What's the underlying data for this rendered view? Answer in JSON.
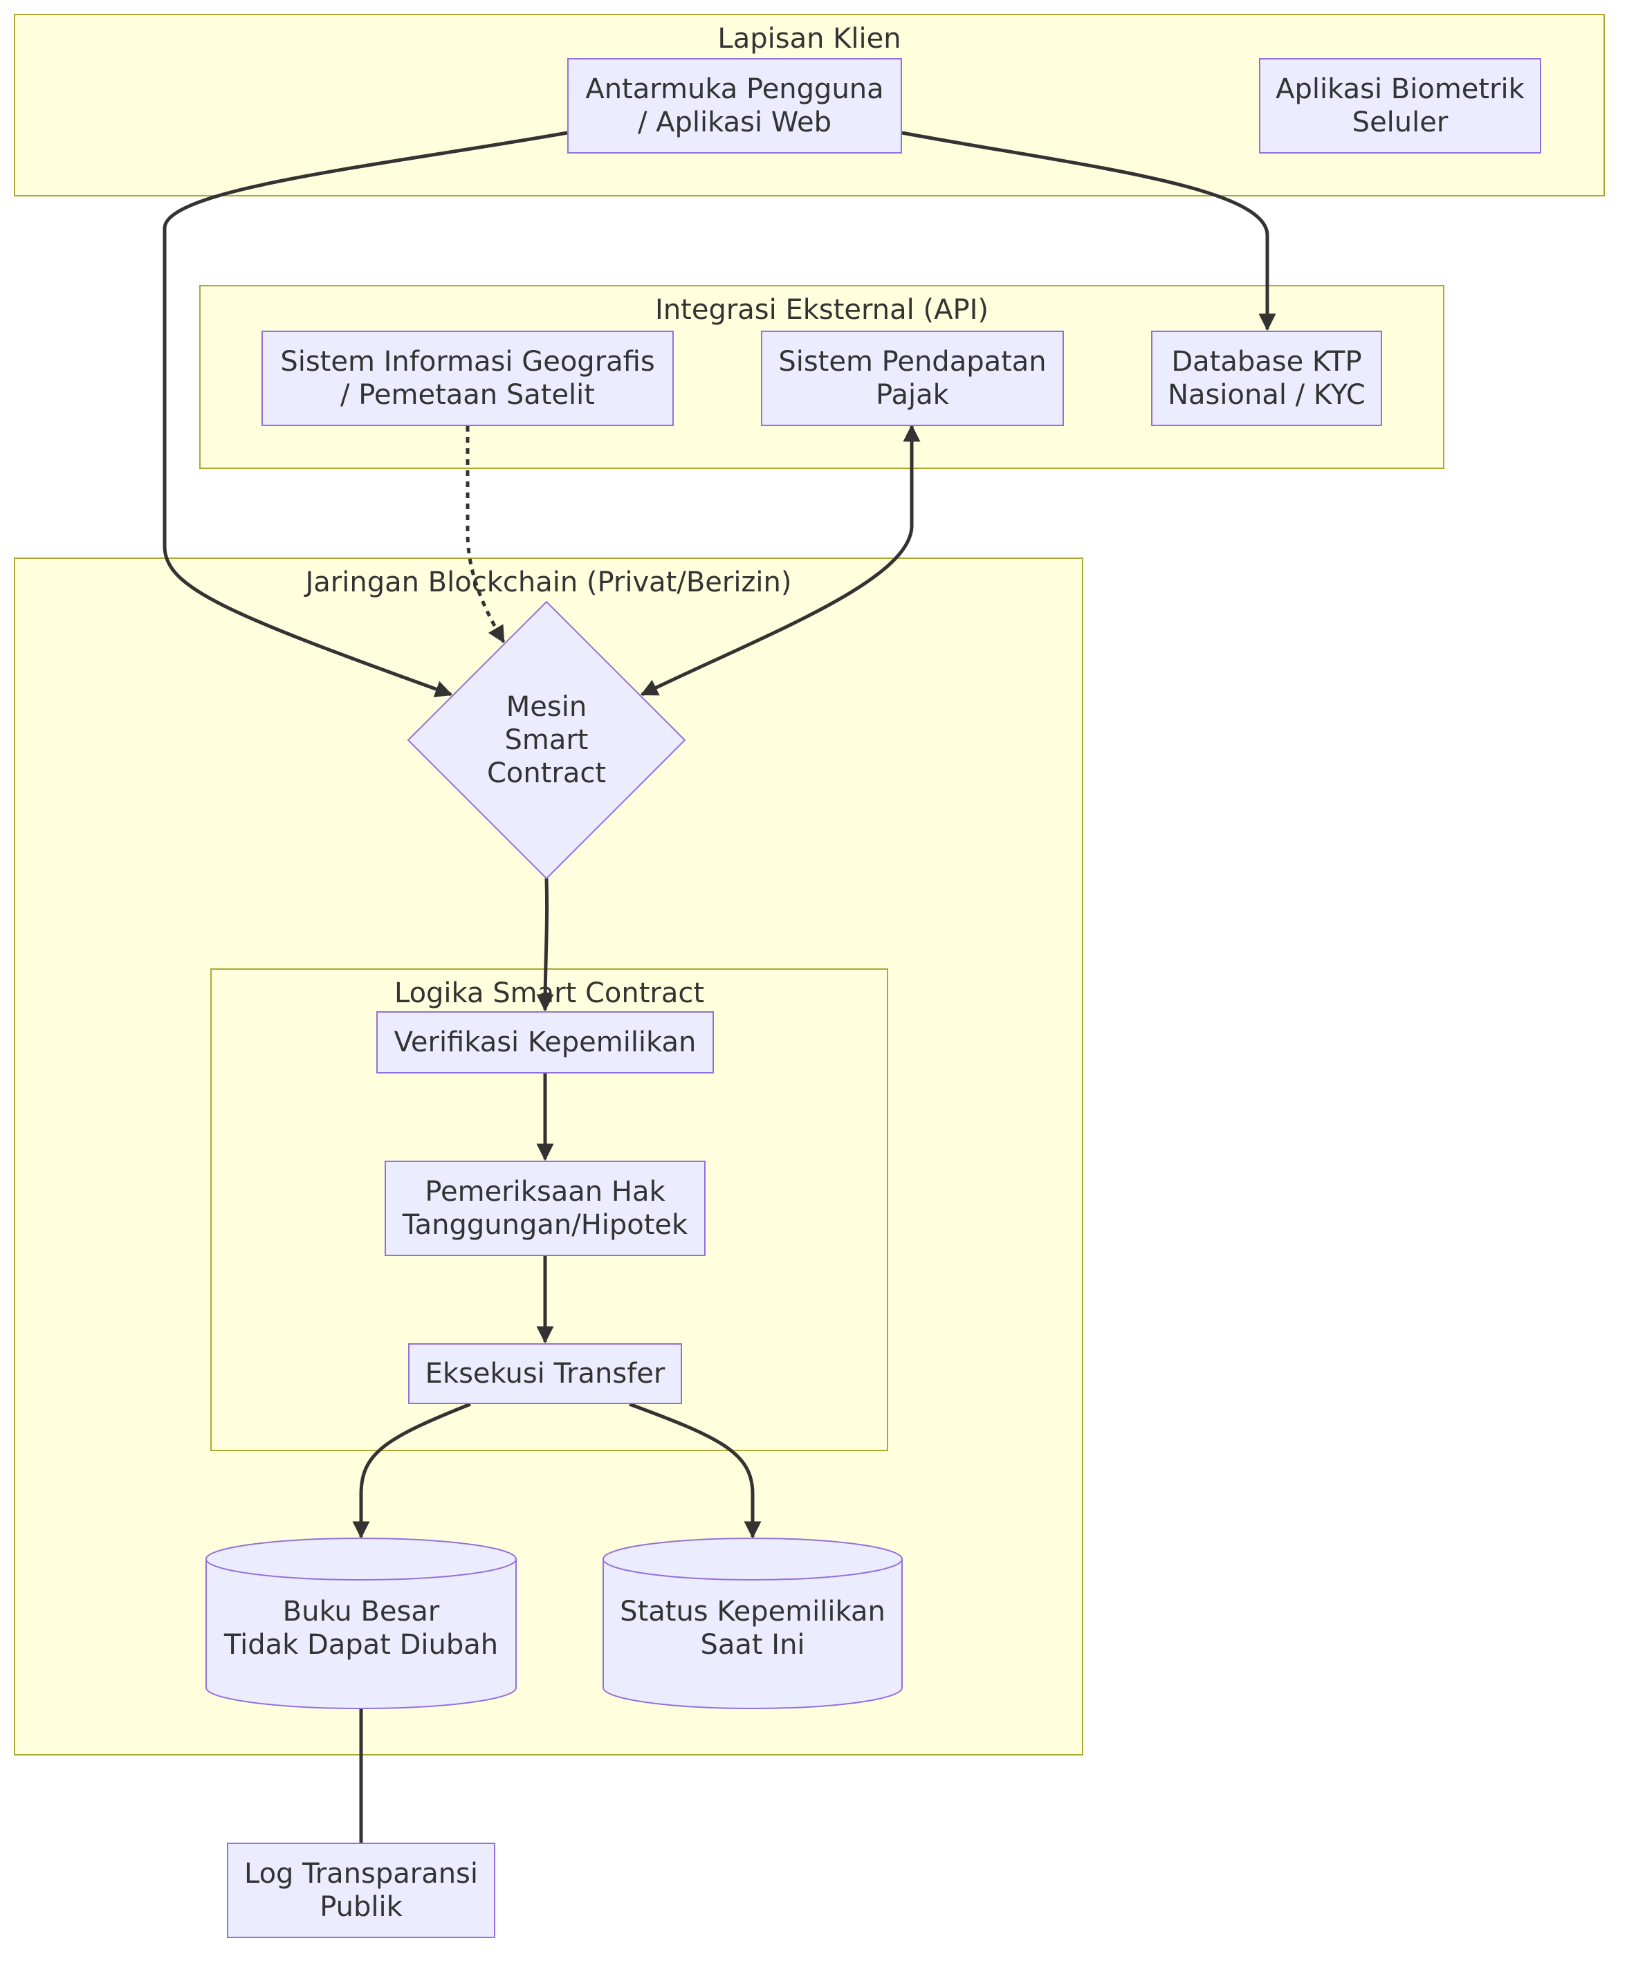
{
  "clusters": {
    "client_layer": "Lapisan Klien",
    "external_integration": "Integrasi Eksternal (API)",
    "blockchain_network": "Jaringan Blockchain (Privat/Berizin)",
    "smart_contract_logic": "Logika Smart Contract"
  },
  "nodes": {
    "user_interface": "Antarmuka Pengguna\n/ Aplikasi Web",
    "biometric_app": "Aplikasi Biometrik\nSeluler",
    "gis_system": "Sistem Informasi Geografis\n/ Pemetaan Satelit",
    "tax_system": "Sistem Pendapatan\nPajak",
    "ktp_database": "Database KTP\nNasional / KYC",
    "smart_contract_engine": "Mesin\nSmart\nContract",
    "ownership_verification": "Verifikasi Kepemilikan",
    "mortgage_check": "Pemeriksaan Hak\nTanggungan/Hipotek",
    "transfer_execution": "Eksekusi Transfer",
    "immutable_ledger": "Buku Besar\nTidak Dapat Diubah",
    "ownership_status": "Status Kepemilikan\nSaat Ini",
    "transparency_log": "Log Transparansi\nPublik"
  },
  "colors": {
    "cluster_fill": "#ffffde",
    "cluster_stroke": "#aaaa33",
    "node_fill": "#ececff",
    "node_stroke": "#9370db",
    "edge": "#333333"
  }
}
